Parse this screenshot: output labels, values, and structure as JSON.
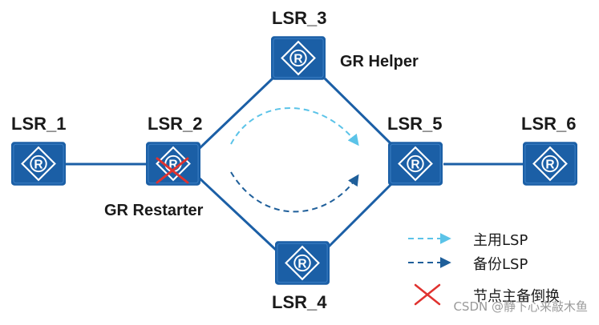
{
  "nodes": {
    "lsr1": {
      "label": "LSR_1"
    },
    "lsr2": {
      "label": "LSR_2",
      "role": "GR Restarter"
    },
    "lsr3": {
      "label": "LSR_3",
      "role": "GR Helper"
    },
    "lsr4": {
      "label": "LSR_4"
    },
    "lsr5": {
      "label": "LSR_5"
    },
    "lsr6": {
      "label": "LSR_6"
    }
  },
  "legend": {
    "primary": "主用LSP",
    "backup": "备份LSP",
    "switchover": "节点主备倒换"
  },
  "watermark": "CSDN @静下心来敲木鱼",
  "colors": {
    "router_fill": "#1b5fa6",
    "link": "#1b5fa6",
    "primary_lsp": "#5bc3e8",
    "backup_lsp": "#1f5f9a",
    "failure_mark": "#e0322f"
  }
}
